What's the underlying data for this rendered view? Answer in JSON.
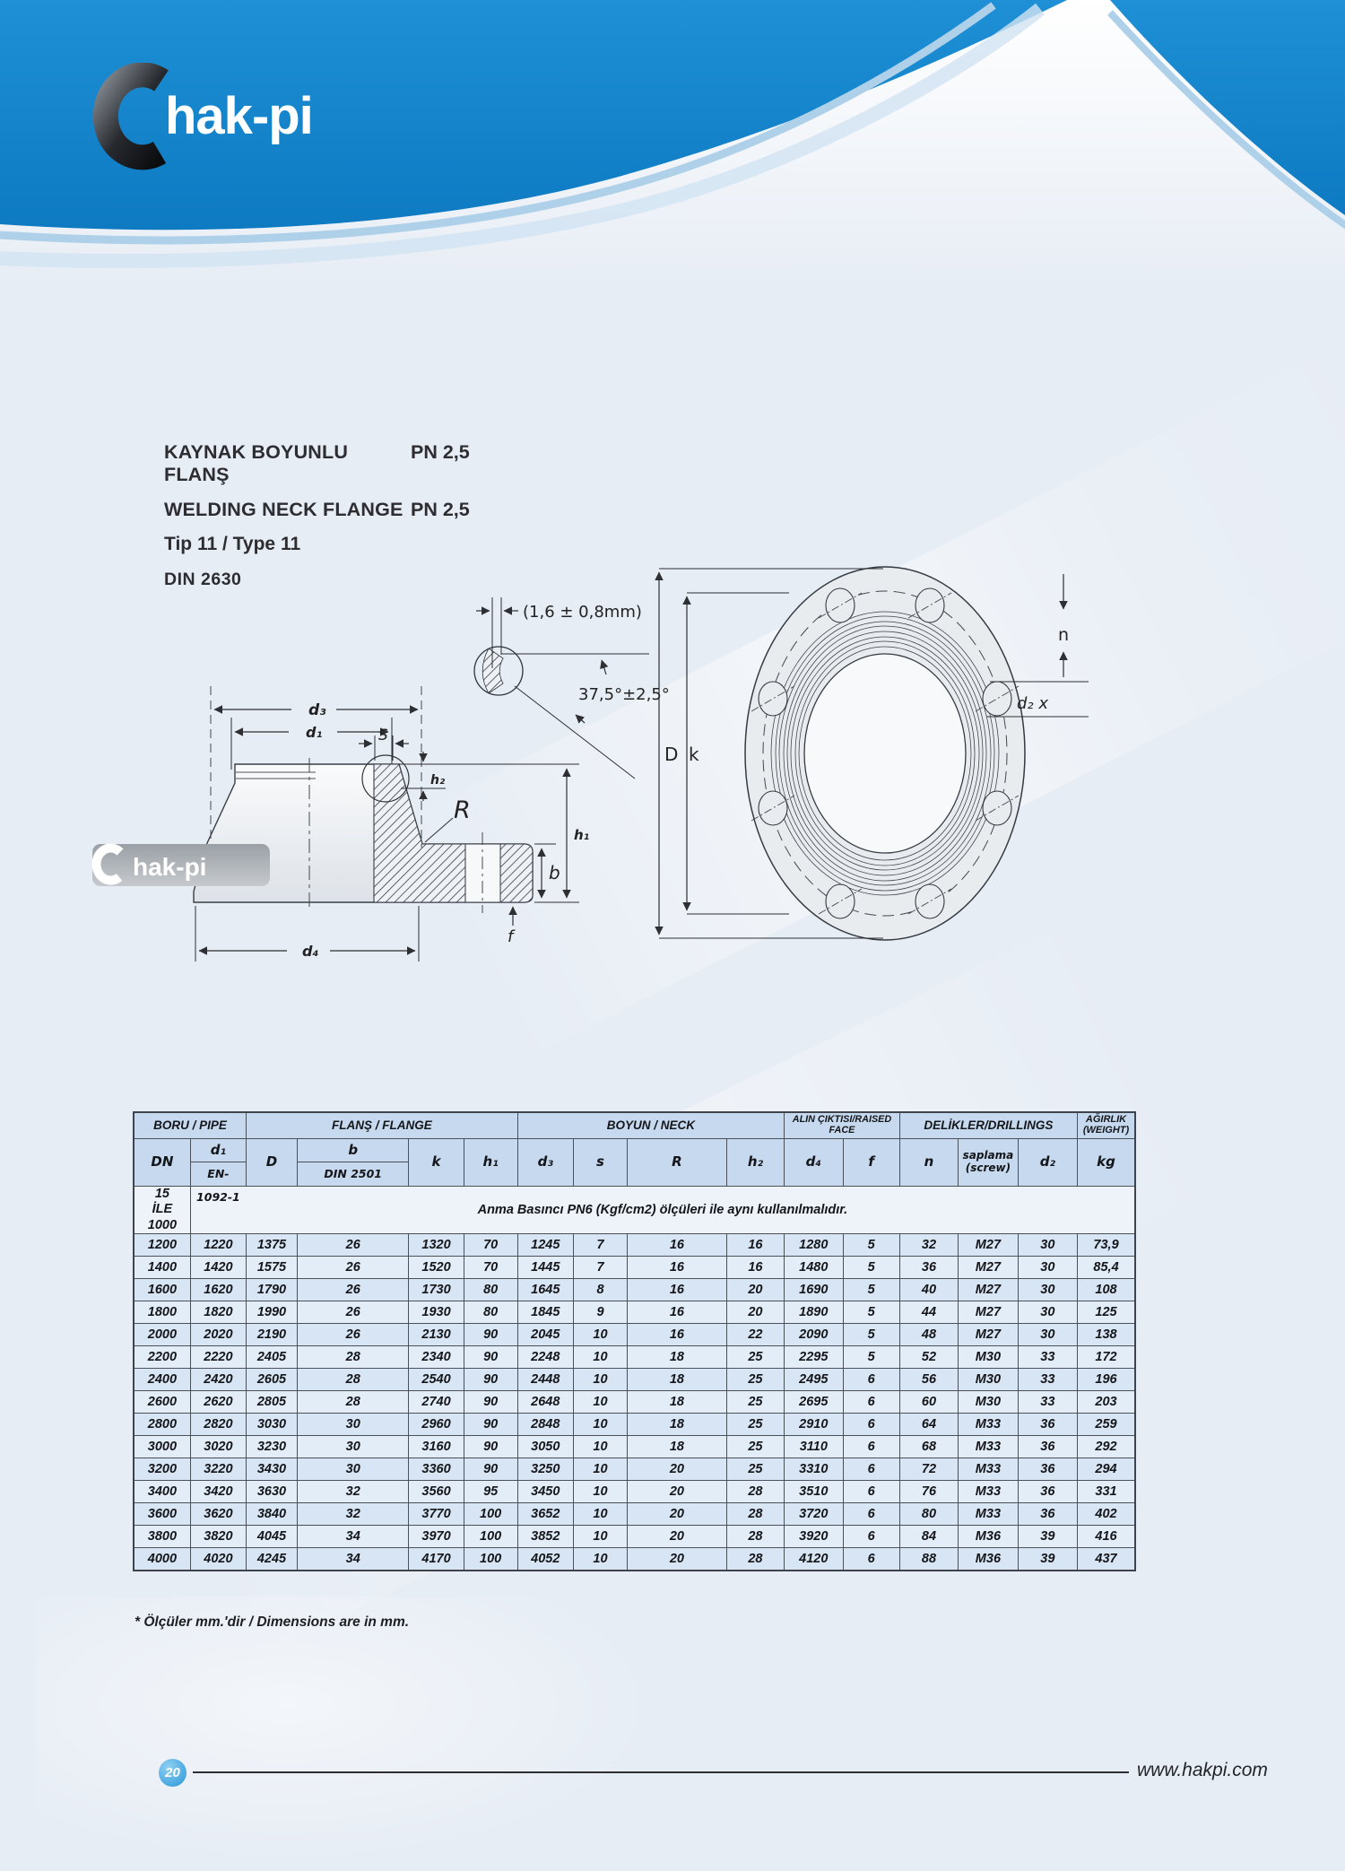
{
  "logo": {
    "text": "hak-pi"
  },
  "title": {
    "line1": "KAYNAK BOYUNLU FLANŞ",
    "pn1": "PN 2,5",
    "line2": "WELDING NECK FLANGE",
    "pn2": "PN 2,5",
    "line3": "Tip 11 / Type 11",
    "line4": "DIN 2630"
  },
  "drawing": {
    "detail": {
      "tolerance": "(1,6 ± 0,8mm)",
      "angle": "37,5°±2,5°"
    },
    "section_labels": {
      "d3": "d₃",
      "d1": "d₁",
      "s": "S",
      "h2": "h₂",
      "r": "R",
      "h1": "h₁",
      "b": "b",
      "f": "f",
      "d4": "d₄"
    },
    "front_labels": {
      "D": "D",
      "k": "k",
      "n": "n",
      "d2x": "d₂ x"
    },
    "watermark": "hak-pi"
  },
  "table": {
    "groups": [
      {
        "label": "BORU / PIPE",
        "span": 2
      },
      {
        "label": "FLANŞ / FLANGE",
        "span": 4
      },
      {
        "label": "BOYUN / NECK",
        "span": 4
      },
      {
        "label": "ALIN ÇIKTISI/RAISED FACE",
        "span": 2
      },
      {
        "label": "DELİKLER/DRILLINGS",
        "span": 3
      },
      {
        "label": "AĞIRLIK\n(WEIGHT)",
        "span": 1
      }
    ],
    "columns": [
      {
        "label": "DN"
      },
      {
        "label": "d₁",
        "sub": "EN-1092-1"
      },
      {
        "label": "D"
      },
      {
        "label": "b",
        "sub": "DIN 2501"
      },
      {
        "label": "k"
      },
      {
        "label": "h₁"
      },
      {
        "label": "d₃"
      },
      {
        "label": "s"
      },
      {
        "label": "R"
      },
      {
        "label": "h₂"
      },
      {
        "label": "d₄"
      },
      {
        "label": "f"
      },
      {
        "label": "n"
      },
      {
        "label": "saplama\n(screw)"
      },
      {
        "label": "d₂"
      },
      {
        "label": "kg"
      }
    ],
    "special_row": {
      "dn": "15\nİLE\n1000",
      "note": "Anma Basıncı PN6 (Kgf/cm2) ölçüleri ile aynı kullanılmalıdır."
    },
    "rows": [
      [
        "1200",
        "1220",
        "1375",
        "26",
        "1320",
        "70",
        "1245",
        "7",
        "16",
        "16",
        "1280",
        "5",
        "32",
        "M27",
        "30",
        "73,9"
      ],
      [
        "1400",
        "1420",
        "1575",
        "26",
        "1520",
        "70",
        "1445",
        "7",
        "16",
        "16",
        "1480",
        "5",
        "36",
        "M27",
        "30",
        "85,4"
      ],
      [
        "1600",
        "1620",
        "1790",
        "26",
        "1730",
        "80",
        "1645",
        "8",
        "16",
        "20",
        "1690",
        "5",
        "40",
        "M27",
        "30",
        "108"
      ],
      [
        "1800",
        "1820",
        "1990",
        "26",
        "1930",
        "80",
        "1845",
        "9",
        "16",
        "20",
        "1890",
        "5",
        "44",
        "M27",
        "30",
        "125"
      ],
      [
        "2000",
        "2020",
        "2190",
        "26",
        "2130",
        "90",
        "2045",
        "10",
        "16",
        "22",
        "2090",
        "5",
        "48",
        "M27",
        "30",
        "138"
      ],
      [
        "2200",
        "2220",
        "2405",
        "28",
        "2340",
        "90",
        "2248",
        "10",
        "18",
        "25",
        "2295",
        "5",
        "52",
        "M30",
        "33",
        "172"
      ],
      [
        "2400",
        "2420",
        "2605",
        "28",
        "2540",
        "90",
        "2448",
        "10",
        "18",
        "25",
        "2495",
        "6",
        "56",
        "M30",
        "33",
        "196"
      ],
      [
        "2600",
        "2620",
        "2805",
        "28",
        "2740",
        "90",
        "2648",
        "10",
        "18",
        "25",
        "2695",
        "6",
        "60",
        "M30",
        "33",
        "203"
      ],
      [
        "2800",
        "2820",
        "3030",
        "30",
        "2960",
        "90",
        "2848",
        "10",
        "18",
        "25",
        "2910",
        "6",
        "64",
        "M33",
        "36",
        "259"
      ],
      [
        "3000",
        "3020",
        "3230",
        "30",
        "3160",
        "90",
        "3050",
        "10",
        "18",
        "25",
        "3110",
        "6",
        "68",
        "M33",
        "36",
        "292"
      ],
      [
        "3200",
        "3220",
        "3430",
        "30",
        "3360",
        "90",
        "3250",
        "10",
        "20",
        "25",
        "3310",
        "6",
        "72",
        "M33",
        "36",
        "294"
      ],
      [
        "3400",
        "3420",
        "3630",
        "32",
        "3560",
        "95",
        "3450",
        "10",
        "20",
        "28",
        "3510",
        "6",
        "76",
        "M33",
        "36",
        "331"
      ],
      [
        "3600",
        "3620",
        "3840",
        "32",
        "3770",
        "100",
        "3652",
        "10",
        "20",
        "28",
        "3720",
        "6",
        "80",
        "M33",
        "36",
        "402"
      ],
      [
        "3800",
        "3820",
        "4045",
        "34",
        "3970",
        "100",
        "3852",
        "10",
        "20",
        "28",
        "3920",
        "6",
        "84",
        "M36",
        "39",
        "416"
      ],
      [
        "4000",
        "4020",
        "4245",
        "34",
        "4170",
        "100",
        "4052",
        "10",
        "20",
        "28",
        "4120",
        "6",
        "88",
        "M36",
        "39",
        "437"
      ]
    ]
  },
  "footnote": {
    "text": "* Ölçüler mm.'dir / Dimensions are in mm."
  },
  "footer": {
    "page_number": "20",
    "website": "www.hakpi.com"
  }
}
